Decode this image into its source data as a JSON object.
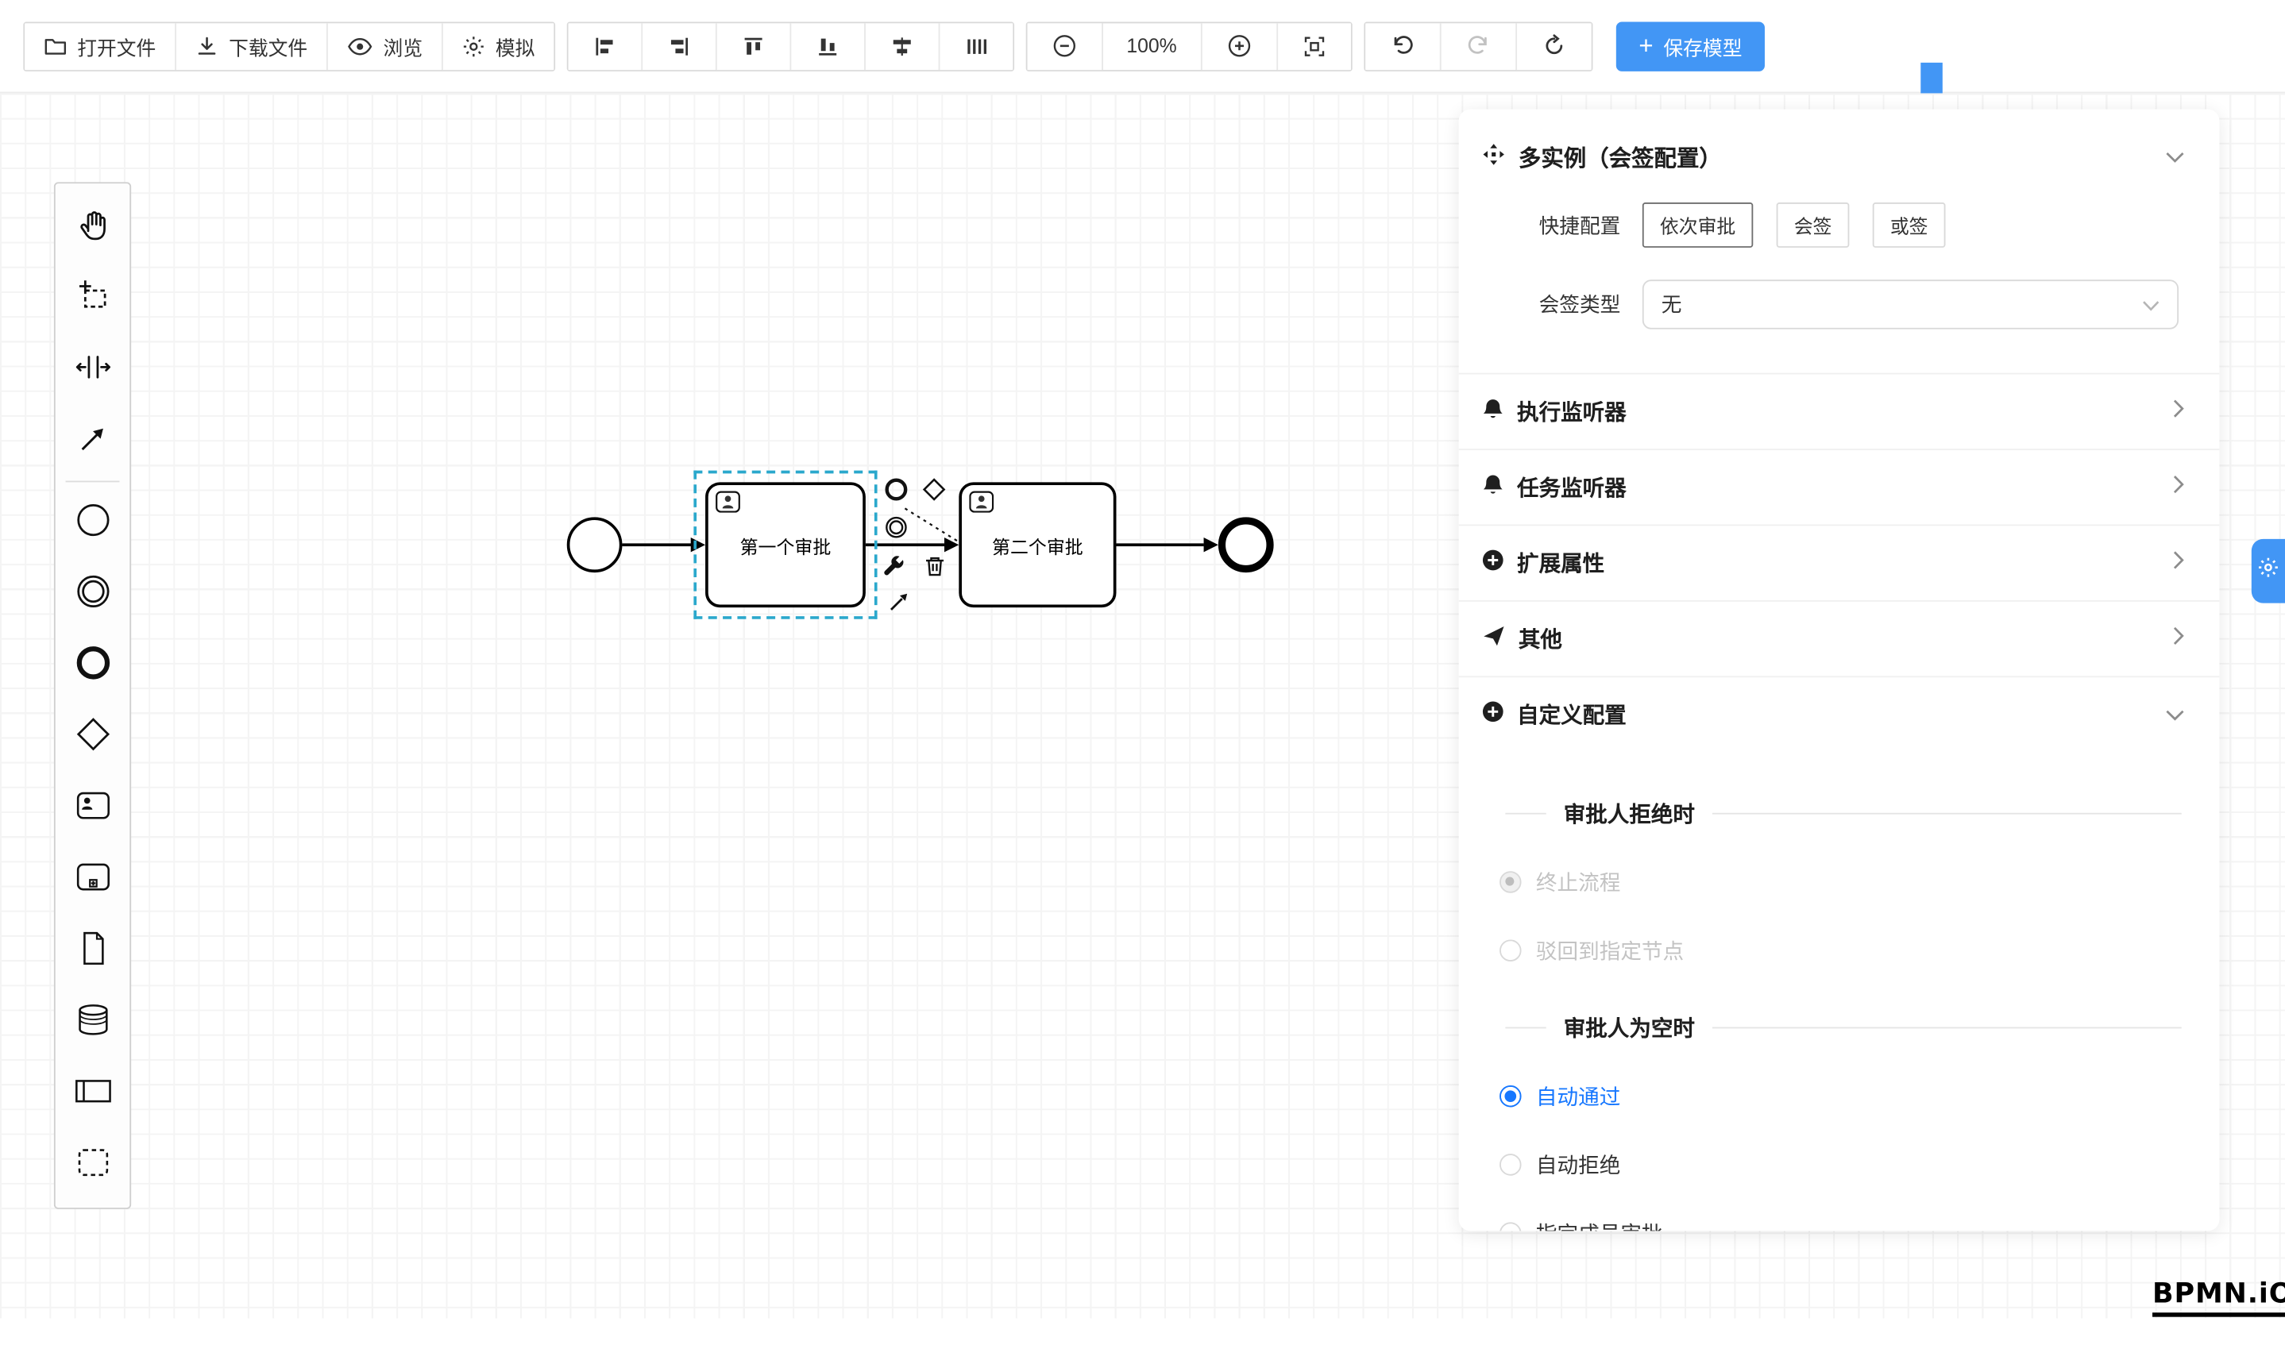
{
  "toolbar": {
    "open_file": "打开文件",
    "download_file": "下载文件",
    "preview": "浏览",
    "simulate": "模拟",
    "zoom_level": "100%",
    "save_plus": "+",
    "save_model": "保存模型"
  },
  "canvas": {
    "task1_label": "第一个审批",
    "task2_label": "第二个审批"
  },
  "panel": {
    "title": "多实例（会签配置）",
    "quick_config_label": "快捷配置",
    "quick_buttons": [
      "依次审批",
      "会签",
      "或签"
    ],
    "sign_type_label": "会签类型",
    "sign_type_value": "无",
    "sections": [
      {
        "label": "执行监听器",
        "icon": "bell-icon"
      },
      {
        "label": "任务监听器",
        "icon": "bell-icon"
      },
      {
        "label": "扩展属性",
        "icon": "plus-circle-icon"
      },
      {
        "label": "其他",
        "icon": "send-icon"
      },
      {
        "label": "自定义配置",
        "icon": "plus-circle-icon"
      }
    ],
    "reject_section": {
      "title": "审批人拒绝时",
      "options": [
        {
          "label": "终止流程",
          "selected": true,
          "disabled": true
        },
        {
          "label": "驳回到指定节点",
          "selected": false,
          "disabled": true
        }
      ]
    },
    "empty_section": {
      "title": "审批人为空时",
      "options": [
        {
          "label": "自动通过",
          "selected": true
        },
        {
          "label": "自动拒绝",
          "selected": false
        },
        {
          "label": "指定成员审批",
          "selected": false
        }
      ]
    }
  },
  "watermark": "BPMN.iO",
  "colors": {
    "primary_button": "#4296f5",
    "radio_active": "#1677ff",
    "selection_outline": "#2ba8cc",
    "shape_stroke": "#000000"
  },
  "icons": {
    "folder-icon": "open folder outline",
    "download-icon": "arrow down to tray",
    "eye-icon": "eye",
    "gear-icon": "cog",
    "align-left-icon": "bars aligned left",
    "align-right-icon": "bars aligned right",
    "align-top-icon": "bars aligned top",
    "align-bottom-icon": "bars aligned bottom",
    "align-center-icon": "bars centered",
    "distribute-vertical-icon": "evenly spaced bars",
    "zoom-out-icon": "circle minus",
    "zoom-in-icon": "circle plus",
    "fit-viewport-icon": "focus corners",
    "undo-icon": "arc arrow left",
    "redo-icon": "arc arrow right",
    "reset-zoom-icon": "circular arrow",
    "hand-icon": "open hand",
    "lasso-icon": "dashed box crosshair",
    "space-tool-icon": "bars with side arrows",
    "connect-icon": "diagonal arrow",
    "start-event-icon": "thin circle",
    "intermediate-event-icon": "double circle",
    "end-event-icon": "thick circle",
    "gateway-icon": "diamond",
    "user-task-icon": "rounded rect with person",
    "subprocess-icon": "rounded rect with plus box",
    "data-object-icon": "page with folded corner",
    "data-store-icon": "cylinder",
    "participant-icon": "pool rectangle",
    "group-icon": "dashed rounded rect",
    "wrench-icon": "wrench",
    "trash-icon": "trash can",
    "bell-icon": "bell",
    "plus-circle-icon": "plus in filled circle",
    "send-icon": "paper plane",
    "multi-instance-icon": "four arrows",
    "chevron-down-icon": "chevron down",
    "chevron-right-icon": "chevron right"
  }
}
